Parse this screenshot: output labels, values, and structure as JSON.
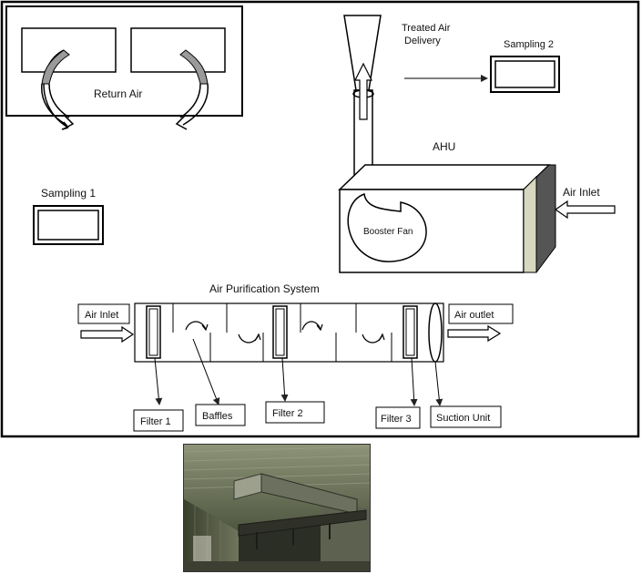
{
  "diagram": {
    "labels": {
      "return_air": "Return Air",
      "treated_air": "Treated Air",
      "delivery": "Delivery",
      "sampling_2": "Sampling 2",
      "ahu": "AHU",
      "air_inlet_ahu": "Air Inlet",
      "sampling_1": "Sampling 1",
      "booster_fan": "Booster Fan",
      "air_purification_system": "Air Purification System",
      "air_inlet": "Air Inlet",
      "air_outlet": "Air outlet",
      "filter_1": "Filter 1",
      "baffles": "Baffles",
      "filter_2": "Filter 2",
      "filter_3": "Filter 3",
      "suction_unit": "Suction Unit"
    }
  },
  "photo": {
    "icon": "duct-installation-photo"
  }
}
